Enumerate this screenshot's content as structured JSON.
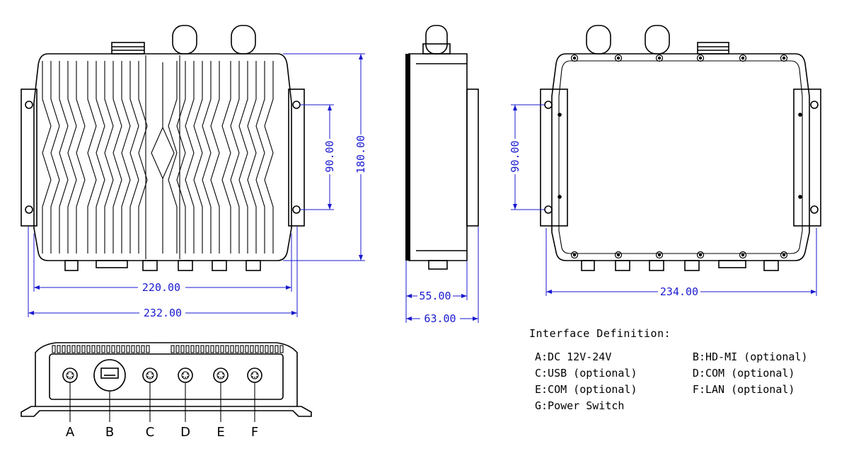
{
  "dimensions": {
    "front_inner_width": "220.00",
    "front_outer_width": "232.00",
    "front_height": "180.00",
    "mount_spacing_front": "90.00",
    "side_depth_inner": "55.00",
    "side_depth_outer": "63.00",
    "mount_spacing_rear": "90.00",
    "rear_outer_width": "234.00"
  },
  "ports": [
    "A",
    "B",
    "C",
    "D",
    "E",
    "F"
  ],
  "legend": {
    "title": "Interface Definition:",
    "rows": [
      [
        "A:DC 12V-24V",
        "B:HD-MI (optional)"
      ],
      [
        "C:USB (optional)",
        "D:COM (optional)"
      ],
      [
        "E:COM (optional)",
        "F:LAN (optional)"
      ],
      [
        "G:Power Switch",
        ""
      ]
    ]
  },
  "colors": {
    "line": "#000000",
    "dimension": "#1a1ad0"
  }
}
